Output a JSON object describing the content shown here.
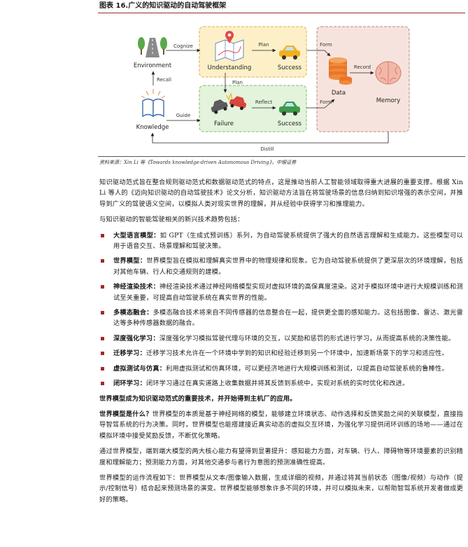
{
  "figure": {
    "title": "图表 16.广义的知识驱动的自动驾驶框架",
    "nodes": {
      "environment": "Environment",
      "knowledge": "Knowledge",
      "understanding": "Understanding",
      "success_top": "Success",
      "failure": "Failure",
      "success_bottom": "Success",
      "data": "Data",
      "memory": "Memory"
    },
    "edges": {
      "cognize": "Cognize",
      "recall": "Recall",
      "guide": "Guide",
      "plan_top": "Plan",
      "plan_down": "Plan",
      "reflect": "Reflect",
      "form_top": "Form",
      "form_bottom": "Form",
      "record": "Record",
      "distill": "Distill"
    },
    "colors": {
      "top_box_fill": "#fdf0c8",
      "top_box_stroke": "#e0b040",
      "bottom_box_fill": "#e4f3dc",
      "bottom_box_stroke": "#7bbf6a",
      "right_box_fill": "#f7e3de",
      "right_box_stroke": "#b88a80",
      "accent": "#a12a2a"
    },
    "icons": [
      "road-icon",
      "trees-icon",
      "book-icon",
      "map-pin-icon",
      "car-icon",
      "crashed-cars-icon",
      "database-icon",
      "brain-icon"
    ]
  },
  "source": "资料来源：Xin Li 等《Towards knowledge-driven Autonomous Driving》，中银证券",
  "intro": "知识驱动范式旨在整合规则驱动范式和数据驱动范式的特点，这是推动当前人工智能领域取得重大进展的重要支撑。根据 Xin Li 等人的《迈向知识驱动的自动驾驶技术》论文分析，知识驱动方法旨在将驾驶场景的信息归纳到知识增强的表示空间，并推导到广义的驾驶语义空间，以模拟人类对现实世界的理解，并从经验中获得学习和推理能力。",
  "lead": "与知识驱动的智能驾驶相关的新兴技术趋势包括：",
  "bullets": [
    {
      "term": "大型语言模型：",
      "text": "如 GPT（生成式预训练）系列，为自动驾驶系统提供了强大的自然语言理解和生成能力。这些模型可以用于语音交互、场景理解和驾驶决策。"
    },
    {
      "term": "世界模型：",
      "text": "世界模型旨在模拟和理解真实世界中的物理规律和现象。它为自动驾驶系统提供了更深层次的环境理解，包括对其他车辆、行人和交通规则的建模。"
    },
    {
      "term": "神经渲染技术：",
      "text": "神经渲染技术通过神经网络模型实现对虚拟环境的高保真度渲染。这对于模拟环境中进行大规模训练和测试至关重要，可提高自动驾驶系统在真实世界的性能。"
    },
    {
      "term": "多模态融合：",
      "text": "多模态融合技术将来自不同传感器的信息整合在一起，提供更全面的感知能力。这包括图像、雷达、激光雷达等多种传感器数据的融合。"
    },
    {
      "term": "深度强化学习：",
      "text": "深度强化学习模拟驾驶代理与环境的交互，以奖励和惩罚的形式进行学习，从而提高系统的决策性能。"
    },
    {
      "term": "迁移学习：",
      "text": "迁移学习技术允许在一个环境中学到的知识和经验迁移到另一个环境中，加速新场景下的学习和适应性。"
    },
    {
      "term": "虚拟测试与仿真：",
      "text": "利用虚拟测试和仿真环境，可以更经济地进行大规模训练和测试，以提高自动驾驶系统的鲁棒性。"
    },
    {
      "term": "闭环学习：",
      "text": "闭环学习通过在真实道路上收集数据并将其反馈到系统中，实现对系统的实时优化和改进。"
    }
  ],
  "bold_line": "世界模型成为知识驱动范式的重要技术，并开始得到主机厂的应用。",
  "what_term": "世界模型是什么？",
  "what_text": "世界模型的本质是基于神经网络的模型，能够建立环境状态、动作选择和反馈奖励之间的关联模型，直接指导智驾系统的行为决策。同时，世界模型也能搭建接近真实动态的虚拟交互环境，为强化学习提供闭环训练的场地——通过在模拟环境中接受奖励反馈，不断优化策略。",
  "para2": "通过世界模型，端到端大模型的两大核心能力有望得到显著提升：感知能力方面，对车辆、行人、障碍物等环境要素的识别精度和理解能力；预测能力方面，对其他交通参与者行为意图的预测准确性提高。",
  "para3": "世界模型的运作流程如下：世界模型从文本/图像输入数据，生成详细的视频，并通过将其当前状态（图像/视频）与动作（提示/控制信号）结合起来预测场景的演变。世界模型能够想象许多不同的环境，并可以模拟未来，以帮助智驾系统开发者做成更好的策略。"
}
